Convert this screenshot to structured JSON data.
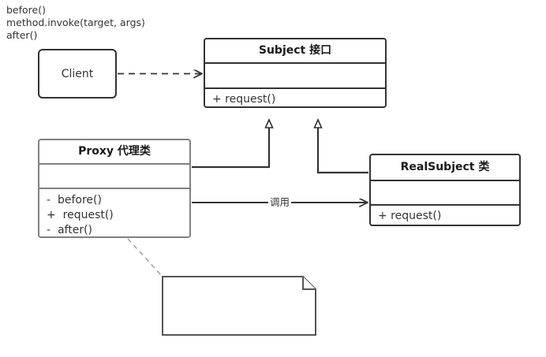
{
  "diagram": {
    "type": "uml-class-diagram",
    "title": "Proxy Pattern Class Diagram",
    "background_color": "#ffffff",
    "line_color": "#333333",
    "muted_line_color": "#808080"
  },
  "nodes": {
    "client": {
      "label": "Client",
      "shape": "rounded-rectangle",
      "border_color": "#333333"
    },
    "subject": {
      "title": "Subject 接口",
      "attributes": [],
      "operations": [
        "+ request()"
      ],
      "border_color": "#333333"
    },
    "proxy": {
      "title": "Proxy 代理类",
      "attributes": [],
      "operations": [
        "-  before()",
        "+  request()",
        "-  after()"
      ],
      "border_color": "#808080"
    },
    "realsubject": {
      "title": "RealSubject 类",
      "attributes": [],
      "operations": [
        "+ request()"
      ],
      "border_color": "#333333"
    },
    "note": {
      "lines": [
        "before()",
        "method.invoke(target, args)",
        "after()"
      ],
      "border_color": "#555555",
      "folded_corner": true
    }
  },
  "edges": {
    "client_to_subject": {
      "label": "",
      "style": "dashed",
      "arrow": "open-arrow",
      "relation": "dependency"
    },
    "proxy_to_subject": {
      "label": "",
      "style": "solid",
      "arrow": "hollow-triangle",
      "relation": "realization"
    },
    "realsubject_to_subject": {
      "label": "",
      "style": "solid",
      "arrow": "hollow-triangle",
      "relation": "realization"
    },
    "proxy_to_realsubject": {
      "label": "调用",
      "style": "solid",
      "arrow": "open-arrow",
      "relation": "association"
    },
    "proxy_to_note": {
      "label": "",
      "style": "dashed",
      "arrow": "none",
      "relation": "note-anchor"
    }
  }
}
